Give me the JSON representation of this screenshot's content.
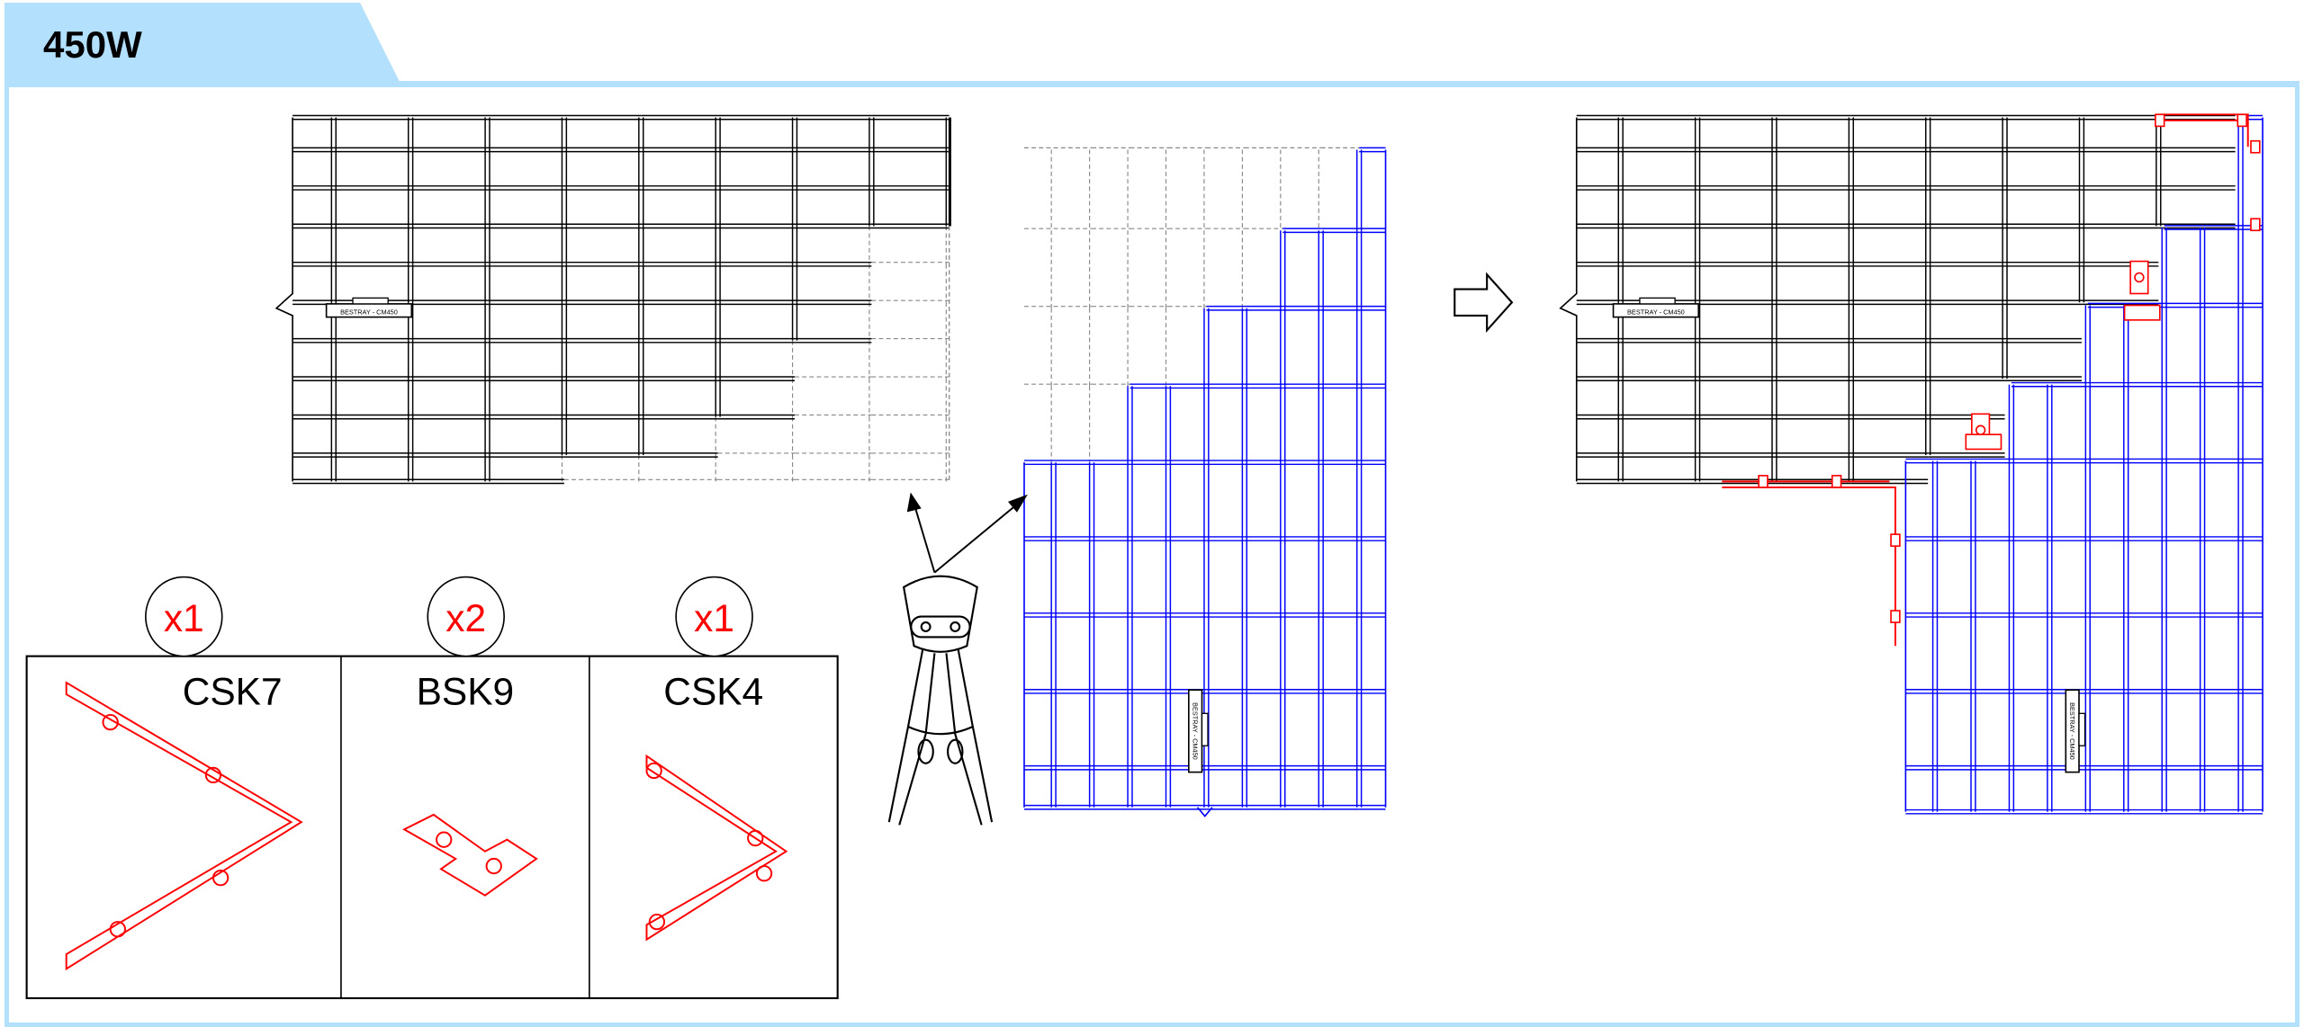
{
  "header": {
    "title": "450W"
  },
  "tray_label": "BESTRAY - CM450",
  "parts": [
    {
      "code": "CSK7",
      "qty": "x1"
    },
    {
      "code": "BSK9",
      "qty": "x2"
    },
    {
      "code": "CSK4",
      "qty": "x1"
    }
  ],
  "colors": {
    "accent": "#b3e0fc",
    "tray_new": "#0000ff",
    "tray_existing": "#000000",
    "fitting": "#ff0000",
    "cut": "#888888"
  }
}
